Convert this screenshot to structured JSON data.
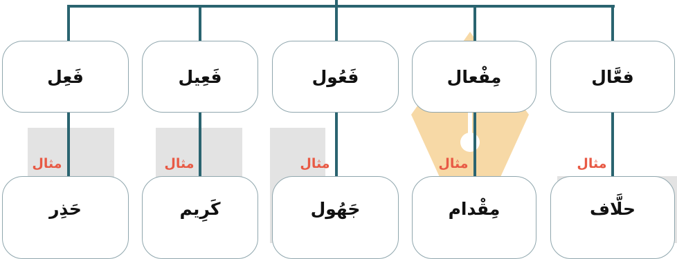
{
  "diagram": {
    "patterns": [
      "فعَّال",
      "مِفْعال",
      "فَعُول",
      "فَعِيل",
      "فَعِل"
    ],
    "link_label": "مثال",
    "examples": [
      "حلَّاف",
      "مِقْدام",
      "جَهُول",
      "كَرِيم",
      "حَذِر"
    ]
  },
  "colors": {
    "connector": "#2a6470",
    "label": "#e85a45",
    "box_border": "#8fa6ad",
    "watermark_gray": "#e3e3e3",
    "watermark_orange": "#f7d9a6"
  }
}
